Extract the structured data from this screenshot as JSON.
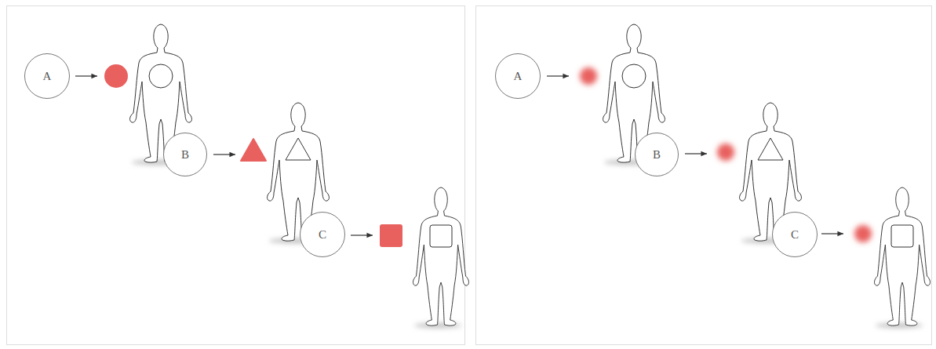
{
  "diagram": {
    "nodes": [
      {
        "text": [
          "A"
        ]
      },
      {
        "text": [
          "B"
        ]
      },
      {
        "text": [
          "C"
        ]
      },
      {
        "text": [
          "A"
        ]
      },
      {
        "text": [
          "B"
        ]
      },
      {
        "text": [
          "C"
        ]
      }
    ]
  }
}
